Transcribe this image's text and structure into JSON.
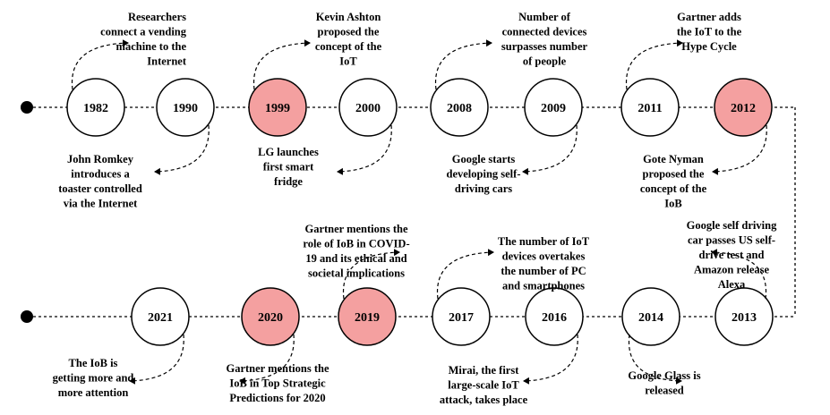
{
  "colors": {
    "highlight": "#f4a0a0",
    "normal": "#ffffff",
    "line": "#000000"
  },
  "row1": {
    "nodes": [
      {
        "year": "1982",
        "highlight": false
      },
      {
        "year": "1990",
        "highlight": false
      },
      {
        "year": "1999",
        "highlight": true
      },
      {
        "year": "2000",
        "highlight": false
      },
      {
        "year": "2008",
        "highlight": false
      },
      {
        "year": "2009",
        "highlight": false
      },
      {
        "year": "2011",
        "highlight": false
      },
      {
        "year": "2012",
        "highlight": true
      }
    ]
  },
  "row2": {
    "nodes": [
      {
        "year": "2021",
        "highlight": false
      },
      {
        "year": "2020",
        "highlight": true
      },
      {
        "year": "2019",
        "highlight": true
      },
      {
        "year": "2017",
        "highlight": false
      },
      {
        "year": "2016",
        "highlight": false
      },
      {
        "year": "2014",
        "highlight": false
      },
      {
        "year": "2013",
        "highlight": false
      }
    ]
  },
  "events": [
    {
      "year": "1982",
      "lines": [
        "Researchers",
        "connect a vending",
        "machine to the",
        "Internet"
      ]
    },
    {
      "year": "1990",
      "lines": [
        "John Romkey",
        "introduces a",
        "toaster controlled",
        "via the Internet"
      ]
    },
    {
      "year": "1999",
      "lines": [
        "Kevin Ashton",
        "proposed the",
        "concept of the",
        "IoT"
      ]
    },
    {
      "year": "2000",
      "lines": [
        "LG launches",
        "first smart",
        "fridge"
      ]
    },
    {
      "year": "2008",
      "lines": [
        "Number of",
        "connected devices",
        "surpasses number",
        "of people"
      ]
    },
    {
      "year": "2009",
      "lines": [
        "Google starts",
        "developing self-",
        "driving cars"
      ]
    },
    {
      "year": "2011",
      "lines": [
        "Gartner adds",
        "the IoT to the",
        "Hype Cycle"
      ]
    },
    {
      "year": "2012",
      "lines": [
        "Gote Nyman",
        "proposed the",
        "concept of the",
        "IoB"
      ]
    },
    {
      "year": "2013",
      "lines": [
        "Google self driving",
        "car passes US self-",
        "drive test and",
        "Amazon release",
        "Alexa"
      ]
    },
    {
      "year": "2014",
      "lines": [
        "Google Glass is",
        "released"
      ]
    },
    {
      "year": "2016",
      "lines": [
        "Mirai, the first",
        "large-scale IoT",
        "attack, takes place"
      ]
    },
    {
      "year": "2017",
      "lines": [
        "The number of IoT",
        "devices overtakes",
        "the number of  PC",
        "and smartphones"
      ]
    },
    {
      "year": "2019",
      "lines": [
        "Gartner mentions the",
        "role of IoB in COVID-",
        "19 and its ethical and",
        "societal implications"
      ]
    },
    {
      "year": "2020",
      "lines": [
        "Gartner mentions the",
        "IoB in Top Strategic",
        "Predictions for 2020"
      ]
    },
    {
      "year": "2021",
      "lines": [
        "The IoB is",
        "getting more and",
        "more attention"
      ]
    }
  ]
}
